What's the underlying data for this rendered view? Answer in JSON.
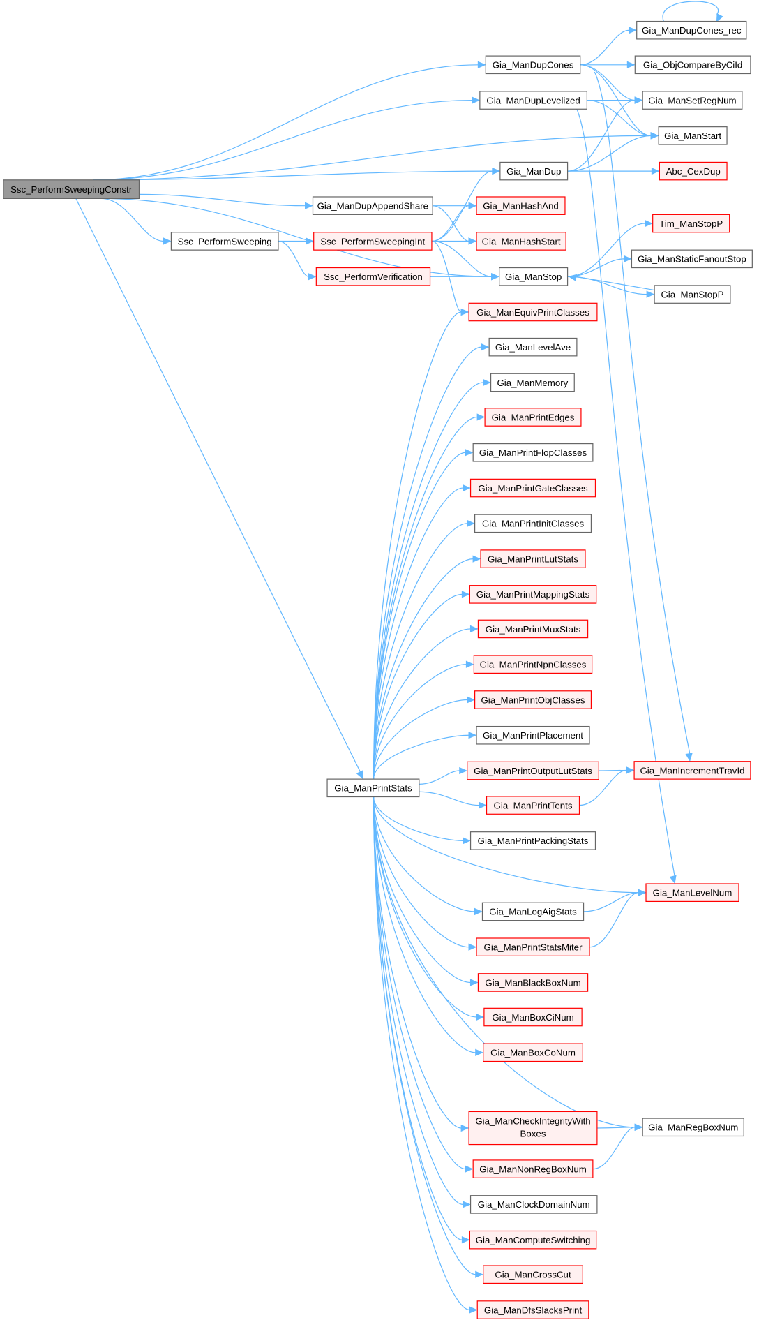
{
  "colors": {
    "edge": "#63b8ff",
    "root_fill": "#999999",
    "normal_fill": "#ffffff",
    "normal_stroke": "#666666",
    "red_fill": "#fff0f0",
    "red_stroke": "#ff0000"
  },
  "nodes": [
    {
      "id": "constr",
      "label": "Ssc_PerformSweepingConstr",
      "kind": "root"
    },
    {
      "id": "dupcones",
      "label": "Gia_ManDupCones",
      "kind": "normal"
    },
    {
      "id": "dupcones_rec",
      "label": "Gia_ManDupCones_rec",
      "kind": "normal"
    },
    {
      "id": "objcompare",
      "label": "Gia_ObjCompareByCiId",
      "kind": "normal"
    },
    {
      "id": "duplevelized",
      "label": "Gia_ManDupLevelized",
      "kind": "normal"
    },
    {
      "id": "setregnum",
      "label": "Gia_ManSetRegNum",
      "kind": "normal"
    },
    {
      "id": "manstart",
      "label": "Gia_ManStart",
      "kind": "normal"
    },
    {
      "id": "mandup",
      "label": "Gia_ManDup",
      "kind": "normal"
    },
    {
      "id": "cexdup",
      "label": "Abc_CexDup",
      "kind": "red"
    },
    {
      "id": "appendshare",
      "label": "Gia_ManDupAppendShare",
      "kind": "normal"
    },
    {
      "id": "hashand",
      "label": "Gia_ManHashAnd",
      "kind": "red"
    },
    {
      "id": "sweeping",
      "label": "Ssc_PerformSweeping",
      "kind": "normal"
    },
    {
      "id": "sweepingint",
      "label": "Ssc_PerformSweepingInt",
      "kind": "red"
    },
    {
      "id": "hashstart",
      "label": "Gia_ManHashStart",
      "kind": "red"
    },
    {
      "id": "timstopp",
      "label": "Tim_ManStopP",
      "kind": "red"
    },
    {
      "id": "staticfanout",
      "label": "Gia_ManStaticFanoutStop",
      "kind": "normal"
    },
    {
      "id": "manstop",
      "label": "Gia_ManStop",
      "kind": "normal"
    },
    {
      "id": "verification",
      "label": "Ssc_PerformVerification",
      "kind": "red"
    },
    {
      "id": "manstopp",
      "label": "Gia_ManStopP",
      "kind": "normal"
    },
    {
      "id": "equivprint",
      "label": "Gia_ManEquivPrintClasses",
      "kind": "red"
    },
    {
      "id": "levelave",
      "label": "Gia_ManLevelAve",
      "kind": "normal"
    },
    {
      "id": "memory",
      "label": "Gia_ManMemory",
      "kind": "normal"
    },
    {
      "id": "printedges",
      "label": "Gia_ManPrintEdges",
      "kind": "red"
    },
    {
      "id": "flopclasses",
      "label": "Gia_ManPrintFlopClasses",
      "kind": "normal"
    },
    {
      "id": "gateclasses",
      "label": "Gia_ManPrintGateClasses",
      "kind": "red"
    },
    {
      "id": "initclasses",
      "label": "Gia_ManPrintInitClasses",
      "kind": "normal"
    },
    {
      "id": "lutstats",
      "label": "Gia_ManPrintLutStats",
      "kind": "red"
    },
    {
      "id": "mappingstats",
      "label": "Gia_ManPrintMappingStats",
      "kind": "red"
    },
    {
      "id": "muxstats",
      "label": "Gia_ManPrintMuxStats",
      "kind": "red"
    },
    {
      "id": "npnclasses",
      "label": "Gia_ManPrintNpnClasses",
      "kind": "red"
    },
    {
      "id": "objclasses",
      "label": "Gia_ManPrintObjClasses",
      "kind": "red"
    },
    {
      "id": "placement",
      "label": "Gia_ManPrintPlacement",
      "kind": "normal"
    },
    {
      "id": "outputlut",
      "label": "Gia_ManPrintOutputLutStats",
      "kind": "red"
    },
    {
      "id": "printstats",
      "label": "Gia_ManPrintStats",
      "kind": "normal"
    },
    {
      "id": "inctravid",
      "label": "Gia_ManIncrementTravId",
      "kind": "red"
    },
    {
      "id": "tents",
      "label": "Gia_ManPrintTents",
      "kind": "red"
    },
    {
      "id": "packing",
      "label": "Gia_ManPrintPackingStats",
      "kind": "normal"
    },
    {
      "id": "levelnum",
      "label": "Gia_ManLevelNum",
      "kind": "red"
    },
    {
      "id": "logaig",
      "label": "Gia_ManLogAigStats",
      "kind": "normal"
    },
    {
      "id": "statsmiter",
      "label": "Gia_ManPrintStatsMiter",
      "kind": "red"
    },
    {
      "id": "blackbox",
      "label": "Gia_ManBlackBoxNum",
      "kind": "red"
    },
    {
      "id": "boxci",
      "label": "Gia_ManBoxCiNum",
      "kind": "red"
    },
    {
      "id": "boxco",
      "label": "Gia_ManBoxCoNum",
      "kind": "red"
    },
    {
      "id": "checkintegrity",
      "label": "Gia_ManCheckIntegrityWith",
      "label2": "Boxes",
      "kind": "red"
    },
    {
      "id": "regbox",
      "label": "Gia_ManRegBoxNum",
      "kind": "normal"
    },
    {
      "id": "nonregbox",
      "label": "Gia_ManNonRegBoxNum",
      "kind": "red"
    },
    {
      "id": "clockdomain",
      "label": "Gia_ManClockDomainNum",
      "kind": "normal"
    },
    {
      "id": "switching",
      "label": "Gia_ManComputeSwitching",
      "kind": "red"
    },
    {
      "id": "crosscut",
      "label": "Gia_ManCrossCut",
      "kind": "red"
    },
    {
      "id": "dfsslacks",
      "label": "Gia_ManDfsSlacksPrint",
      "kind": "red"
    }
  ],
  "edges": [
    [
      "constr",
      "dupcones"
    ],
    [
      "constr",
      "duplevelized"
    ],
    [
      "constr",
      "manstart"
    ],
    [
      "constr",
      "mandup"
    ],
    [
      "constr",
      "appendshare"
    ],
    [
      "constr",
      "sweeping"
    ],
    [
      "constr",
      "manstop"
    ],
    [
      "constr",
      "printstats"
    ],
    [
      "dupcones",
      "dupcones_rec"
    ],
    [
      "dupcones",
      "objcompare"
    ],
    [
      "dupcones",
      "setregnum"
    ],
    [
      "dupcones",
      "manstart"
    ],
    [
      "dupcones",
      "inctravid"
    ],
    [
      "dupcones_rec",
      "dupcones_rec"
    ],
    [
      "duplevelized",
      "setregnum"
    ],
    [
      "duplevelized",
      "manstart"
    ],
    [
      "duplevelized",
      "levelnum"
    ],
    [
      "mandup",
      "setregnum"
    ],
    [
      "mandup",
      "manstart"
    ],
    [
      "mandup",
      "cexdup"
    ],
    [
      "appendshare",
      "hashand"
    ],
    [
      "appendshare",
      "hashstart"
    ],
    [
      "sweeping",
      "sweepingint"
    ],
    [
      "sweeping",
      "verification"
    ],
    [
      "sweepingint",
      "mandup"
    ],
    [
      "sweepingint",
      "hashand"
    ],
    [
      "sweepingint",
      "hashstart"
    ],
    [
      "sweepingint",
      "manstop"
    ],
    [
      "sweepingint",
      "equivprint"
    ],
    [
      "verification",
      "manstop"
    ],
    [
      "manstop",
      "timstopp"
    ],
    [
      "manstop",
      "staticfanout"
    ],
    [
      "manstop",
      "manstopp"
    ],
    [
      "manstopp",
      "manstop"
    ],
    [
      "printstats",
      "equivprint"
    ],
    [
      "printstats",
      "levelave"
    ],
    [
      "printstats",
      "memory"
    ],
    [
      "printstats",
      "printedges"
    ],
    [
      "printstats",
      "flopclasses"
    ],
    [
      "printstats",
      "gateclasses"
    ],
    [
      "printstats",
      "initclasses"
    ],
    [
      "printstats",
      "lutstats"
    ],
    [
      "printstats",
      "mappingstats"
    ],
    [
      "printstats",
      "muxstats"
    ],
    [
      "printstats",
      "npnclasses"
    ],
    [
      "printstats",
      "objclasses"
    ],
    [
      "printstats",
      "placement"
    ],
    [
      "printstats",
      "outputlut"
    ],
    [
      "printstats",
      "tents"
    ],
    [
      "printstats",
      "packing"
    ],
    [
      "printstats",
      "levelnum"
    ],
    [
      "printstats",
      "logaig"
    ],
    [
      "printstats",
      "statsmiter"
    ],
    [
      "printstats",
      "blackbox"
    ],
    [
      "printstats",
      "boxci"
    ],
    [
      "printstats",
      "boxco"
    ],
    [
      "printstats",
      "regbox"
    ],
    [
      "printstats",
      "checkintegrity"
    ],
    [
      "printstats",
      "nonregbox"
    ],
    [
      "printstats",
      "clockdomain"
    ],
    [
      "printstats",
      "switching"
    ],
    [
      "printstats",
      "crosscut"
    ],
    [
      "printstats",
      "dfsslacks"
    ],
    [
      "outputlut",
      "inctravid"
    ],
    [
      "tents",
      "inctravid"
    ],
    [
      "logaig",
      "levelnum"
    ],
    [
      "statsmiter",
      "levelnum"
    ],
    [
      "checkintegrity",
      "regbox"
    ],
    [
      "nonregbox",
      "regbox"
    ]
  ]
}
